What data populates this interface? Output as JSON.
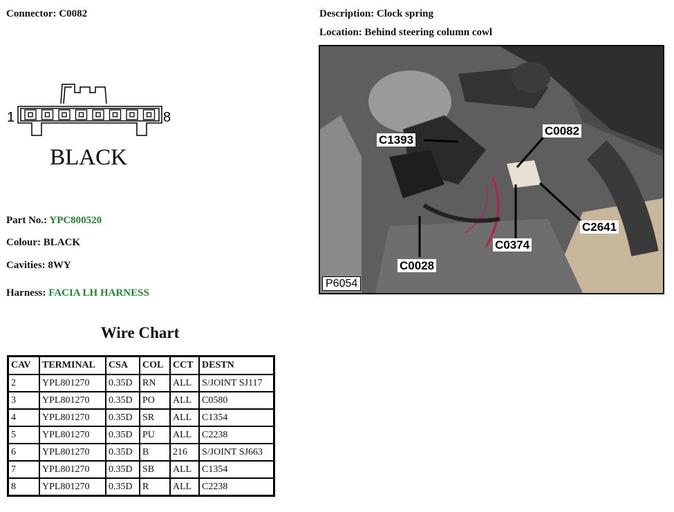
{
  "connector": {
    "label": "Connector:",
    "value": "C0082"
  },
  "description": {
    "label": "Description:",
    "value": "Clock spring"
  },
  "location": {
    "label": "Location:",
    "value": "Behind steering column cowl"
  },
  "diagram": {
    "pin_first": "1",
    "pin_last": "8",
    "color_label": "BLACK"
  },
  "part_no": {
    "label": "Part No.:",
    "value": "YPC800520"
  },
  "colour": {
    "label": "Colour:",
    "value": "BLACK"
  },
  "cavities": {
    "label": "Cavities:",
    "value": "8WY"
  },
  "harness": {
    "label": "Harness:",
    "value": "FACIA LH HARNESS"
  },
  "wire_chart": {
    "title": "Wire Chart",
    "headers": [
      "CAV",
      "TERMINAL",
      "CSA",
      "COL",
      "CCT",
      "DESTN"
    ],
    "rows": [
      [
        "2",
        "YPL801270",
        "0.35D",
        "RN",
        "ALL",
        "S/JOINT SJ117"
      ],
      [
        "3",
        "YPL801270",
        "0.35D",
        "PO",
        "ALL",
        "C0580"
      ],
      [
        "4",
        "YPL801270",
        "0.35D",
        "SR",
        "ALL",
        "C1354"
      ],
      [
        "5",
        "YPL801270",
        "0.35D",
        "PU",
        "ALL",
        "C2238"
      ],
      [
        "6",
        "YPL801270",
        "0.35D",
        "B",
        "216",
        "S/JOINT SJ663"
      ],
      [
        "7",
        "YPL801270",
        "0.35D",
        "SB",
        "ALL",
        "C1354"
      ],
      [
        "8",
        "YPL801270",
        "0.35D",
        "R",
        "ALL",
        "C2238"
      ]
    ]
  },
  "photo": {
    "ref": "P6054",
    "callouts": [
      "C1393",
      "C0082",
      "C2641",
      "C0374",
      "C0028"
    ]
  },
  "colors": {
    "green_text": "#1a8a2a"
  }
}
